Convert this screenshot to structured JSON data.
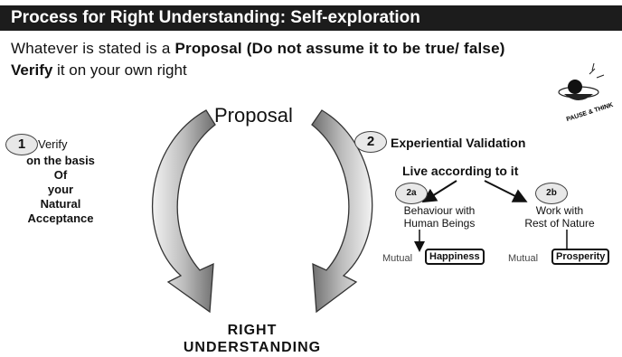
{
  "header": {
    "title": "Process for Right Understanding: Self-exploration"
  },
  "intro": {
    "line1_prefix": "Whatever is stated is a ",
    "line1_bold": "Proposal",
    "line1_suffix": " (Do not assume it to be true/ false)",
    "line2_bold": "Verify",
    "line2_suffix": " it on your own right"
  },
  "clipart": {
    "label": "PAUSE & THINK",
    "icon": "pause-and-think-icon"
  },
  "diagram": {
    "center_top": "Proposal",
    "center_bottom_line1": "RIGHT",
    "center_bottom_line2": "UNDERSTANDING",
    "step1": {
      "number": "1",
      "label": "Verify",
      "basis_lines": [
        "on the basis",
        "Of",
        "your",
        "Natural",
        "Acceptance"
      ]
    },
    "step2": {
      "number": "2",
      "label": "Experiential Validation",
      "live": "Live according to it",
      "a": {
        "number": "2a",
        "line1": "Behaviour with",
        "line2": "Human Beings",
        "mutual": "Mutual",
        "result": "Happiness"
      },
      "b": {
        "number": "2b",
        "line1": "Work with",
        "line2": "Rest of Nature",
        "mutual": "Mutual",
        "result": "Prosperity"
      }
    }
  }
}
